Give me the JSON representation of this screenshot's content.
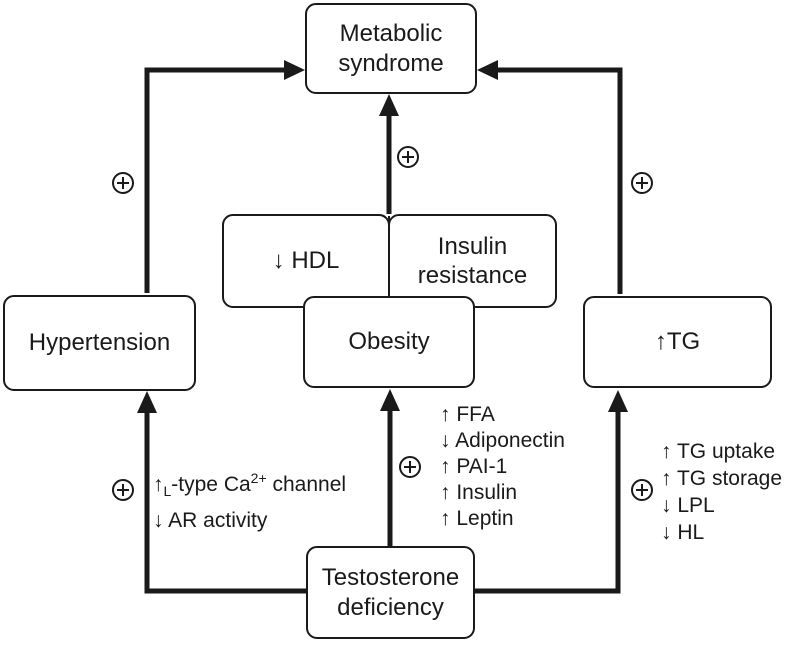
{
  "figure": {
    "ink_color": "#1a1a1a",
    "bg_color": "#ffffff"
  },
  "nodes": {
    "metabolic_syndrome": {
      "label": "Metabolic\nsyndrome"
    },
    "hdl": {
      "label": "↓ HDL"
    },
    "insulin_resistance": {
      "label": "Insulin\nresistance"
    },
    "obesity": {
      "label": "Obesity"
    },
    "hypertension": {
      "label": "Hypertension"
    },
    "tg": {
      "label": "↑TG"
    },
    "testosterone_deficiency": {
      "label": "Testosterone\ndeficiency"
    }
  },
  "annotations": {
    "hypertension_mechanisms": {
      "line1_arrow": "↑",
      "line1_sub": "L",
      "line1_mid": "-type Ca",
      "line1_sup": "2+",
      "line1_tail": " channel",
      "line2": "↓ AR activity"
    },
    "obesity_mechanisms": [
      "↑ FFA",
      "↓ Adiponectin",
      "↑ PAI-1",
      "↑ Insulin",
      "↑ Leptin"
    ],
    "tg_mechanisms": [
      "↑ TG uptake",
      "↑ TG storage",
      "↓ LPL",
      "↓ HL"
    ]
  },
  "icons": {
    "circled_plus": "⊕"
  },
  "edges": [
    {
      "from": "hypertension",
      "to": "metabolic_syndrome",
      "effect": "⊕"
    },
    {
      "from": "obesity / insulin resistance / HDL",
      "to": "metabolic_syndrome",
      "effect": "⊕"
    },
    {
      "from": "tg",
      "to": "metabolic_syndrome",
      "effect": "⊕"
    },
    {
      "from": "testosterone_deficiency",
      "to": "hypertension",
      "effect": "⊕"
    },
    {
      "from": "testosterone_deficiency",
      "to": "obesity",
      "effect": "⊕"
    },
    {
      "from": "testosterone_deficiency",
      "to": "tg",
      "effect": "⊕"
    }
  ]
}
